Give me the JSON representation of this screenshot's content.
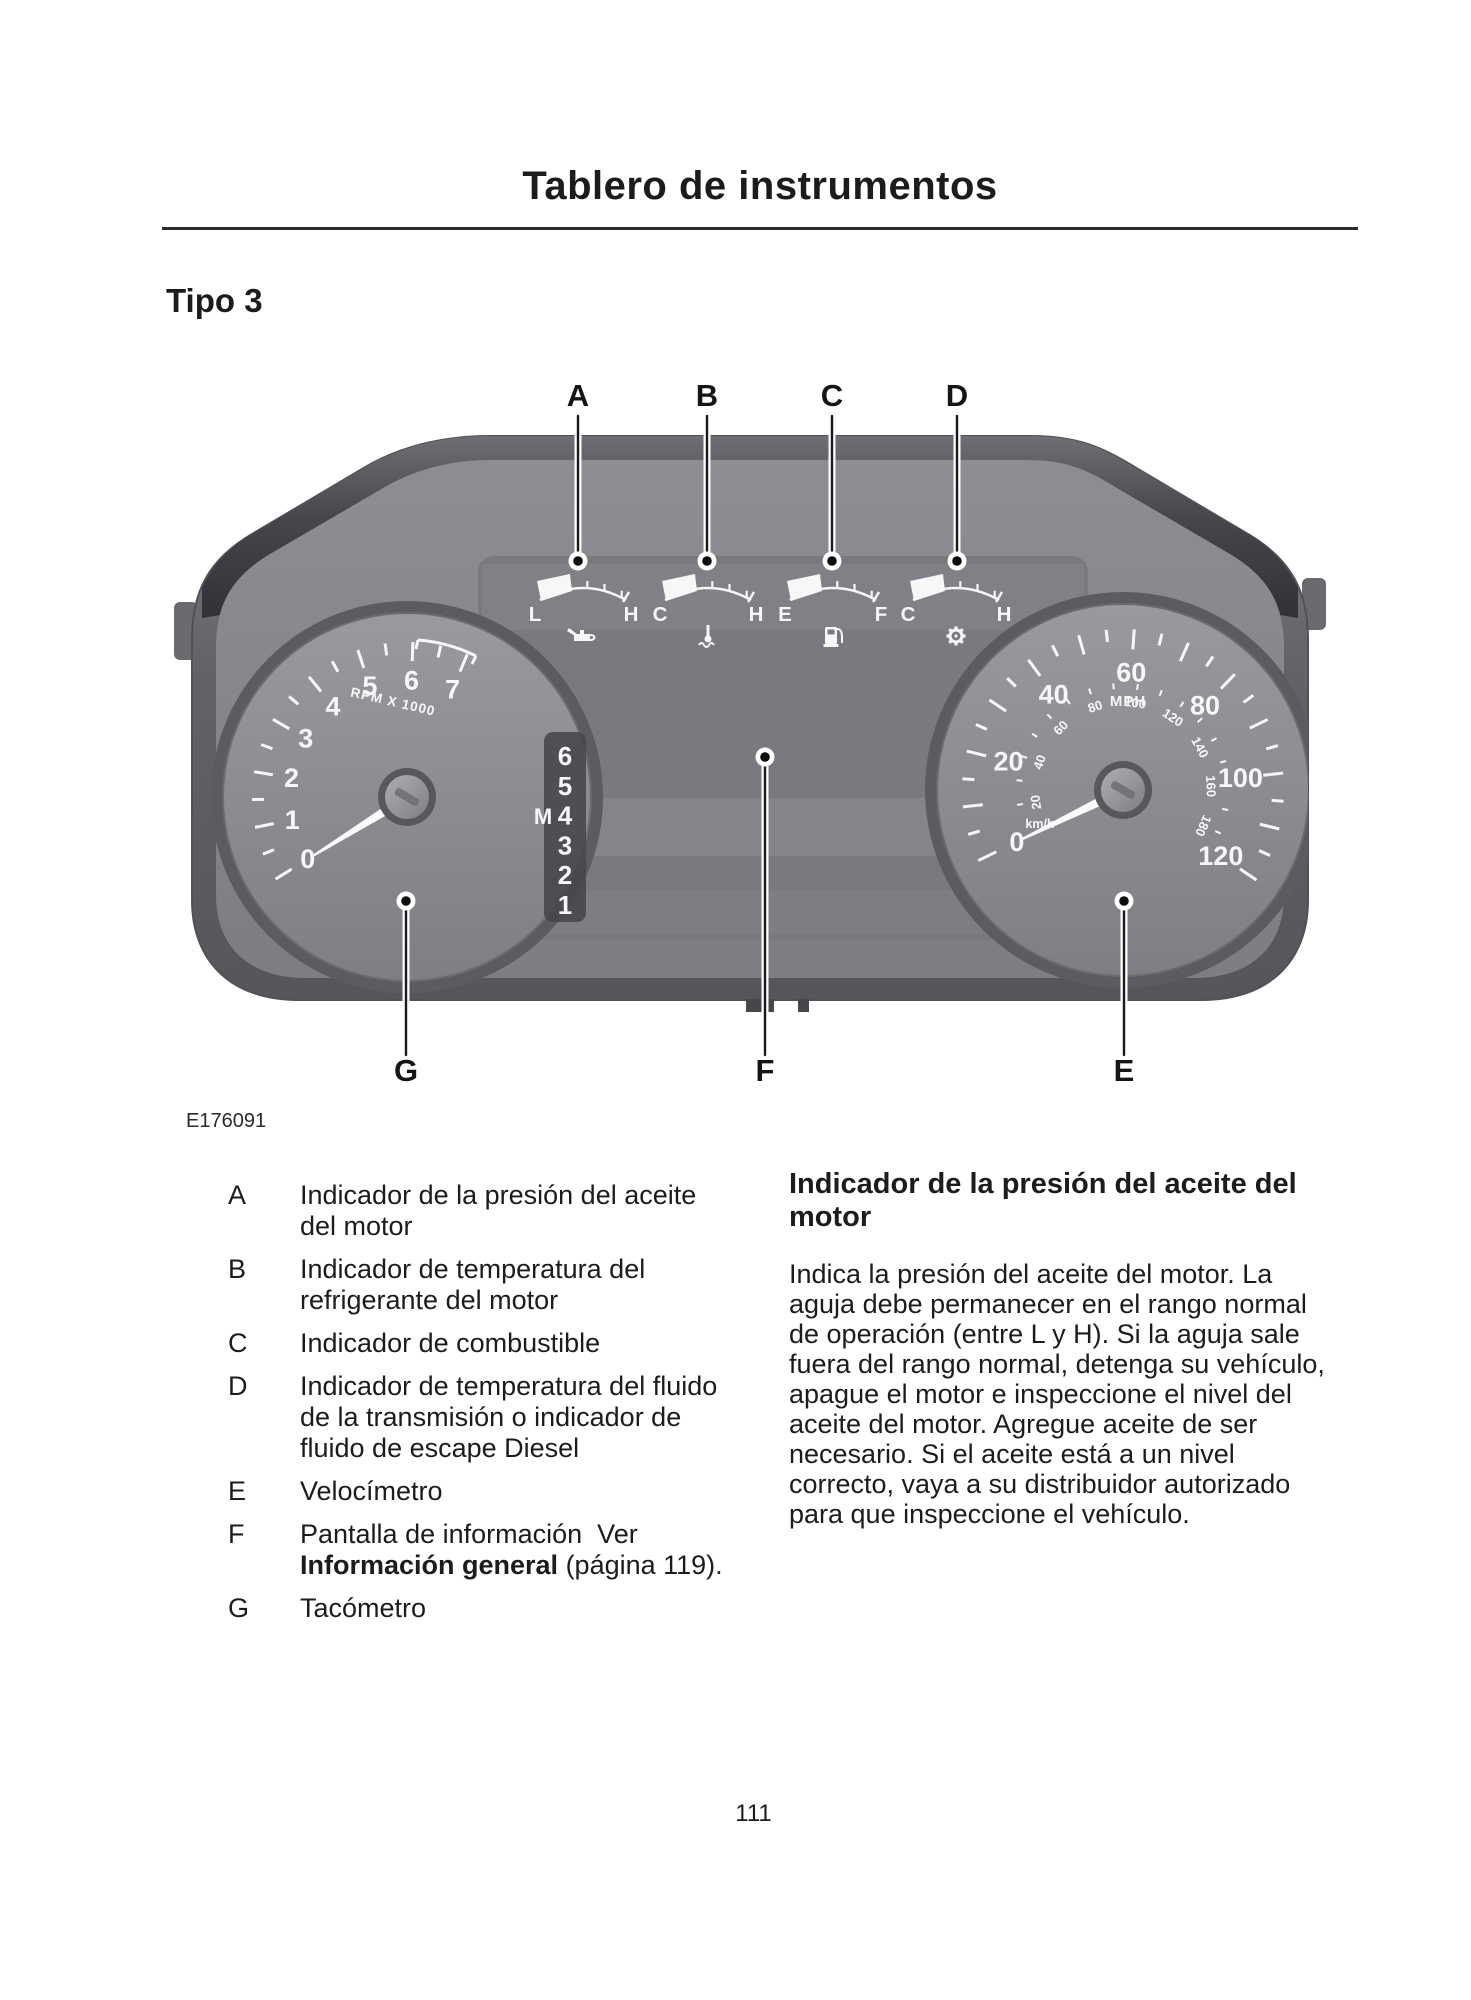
{
  "page": {
    "title": "Tablero de instrumentos",
    "section_heading": "Tipo 3",
    "figure_code": "E176091",
    "page_number": "111"
  },
  "colors": {
    "markings": "#f7f7f7",
    "housing_dark": "#3a3a40",
    "housing_face": "#85858a",
    "text": "#1c1c1c"
  },
  "cluster": {
    "callouts": {
      "top": [
        {
          "label": "A"
        },
        {
          "label": "B"
        },
        {
          "label": "C"
        },
        {
          "label": "D"
        }
      ],
      "bottom": [
        {
          "label": "G"
        },
        {
          "label": "F"
        },
        {
          "label": "E"
        }
      ]
    },
    "tachometer": {
      "numbers": [
        "0",
        "1",
        "2",
        "3",
        "4",
        "5",
        "6",
        "7"
      ],
      "unit_label": "RPM X 1000"
    },
    "speedometer": {
      "mph_numbers": [
        "0",
        "20",
        "40",
        "60",
        "80",
        "100",
        "120"
      ],
      "mph_label": "MPH",
      "kmh_numbers": [
        "20",
        "40",
        "60",
        "80",
        "100",
        "120",
        "140",
        "160",
        "180"
      ],
      "kmh_label": "km/h"
    },
    "gear_display": {
      "digits": [
        "6",
        "5",
        "4",
        "3",
        "2",
        "1"
      ],
      "manual_prefix": "M"
    },
    "mini_gauges": [
      {
        "left": "L",
        "right": "H",
        "icon": "oil-pressure-icon"
      },
      {
        "left": "C",
        "right": "H",
        "icon": "coolant-temp-icon"
      },
      {
        "left": "E",
        "right": "F",
        "icon": "fuel-icon"
      },
      {
        "left": "C",
        "right": "H",
        "icon": "transmission-temp-icon"
      }
    ]
  },
  "legend": {
    "items": [
      {
        "key": "A",
        "text": "Indicador de la presión del aceite del motor"
      },
      {
        "key": "B",
        "text": "Indicador de temperatura del refrigerante del motor"
      },
      {
        "key": "C",
        "text": "Indicador de combustible"
      },
      {
        "key": "D",
        "text": "Indicador de temperatura del fluido de la transmisión o indicador de fluido de escape Diesel"
      },
      {
        "key": "E",
        "text": "Velocímetro"
      },
      {
        "key": "F",
        "text_prefix": "Pantalla de información  Ver ",
        "text_bold": "Información general",
        "text_suffix": " (página 119)."
      },
      {
        "key": "G",
        "text": "Tacómetro"
      }
    ]
  },
  "article": {
    "heading": "Indicador de la presión del aceite del motor",
    "body": "Indica la presión del aceite del motor. La aguja debe permanecer en el rango normal de operación (entre L y H). Si la aguja sale fuera del rango normal, detenga su vehículo, apague el motor e inspeccione el nivel del aceite del motor. Agregue aceite de ser necesario. Si el aceite está a un nivel correcto, vaya a su distribuidor autorizado para que inspeccione el vehículo."
  }
}
